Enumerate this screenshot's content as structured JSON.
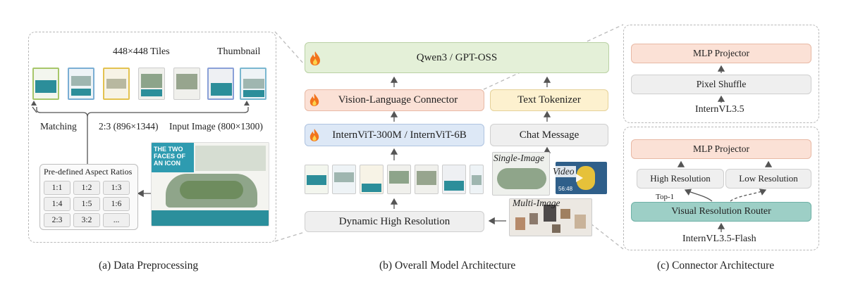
{
  "panel_a": {
    "tiles_label": "448×448 Tiles",
    "thumbnail_label": "Thumbnail",
    "matching_label": "Matching",
    "ratio_label": "2:3 (896×1344)",
    "input_image_label": "Input Image (800×1300)",
    "aspect_box_title": "Pre-defined Aspect Ratios",
    "aspect_ratios": [
      "1:1",
      "1:2",
      "1:3",
      "1:4",
      "1:5",
      "1:6",
      "2:3",
      "3:2",
      "..."
    ],
    "caption": "(a) Data Preprocessing",
    "poster_title_line1": "THE TWO",
    "poster_title_line2": "FACES OF",
    "poster_title_line3": "AN ICON"
  },
  "panel_b": {
    "llm_label": "Qwen3 / GPT-OSS",
    "connector_label": "Vision-Language Connector",
    "tokenizer_label": "Text Tokenizer",
    "vit_label": "InternViT-300M / InternViT-6B",
    "chat_label": "Chat Message",
    "dynamic_label": "Dynamic High Resolution",
    "single_image_label": "Single-Image",
    "video_label": "Video",
    "video_time": "56:48",
    "multi_image_label": "Multi-Image",
    "caption": "(b) Overall Model Architecture"
  },
  "panel_c": {
    "top_projector_label": "MLP Projector",
    "pixel_shuffle_label": "Pixel Shuffle",
    "top_model_label": "InternVL3.5",
    "bottom_projector_label": "MLP Projector",
    "high_res_label": "High Resolution",
    "low_res_label": "Low Resolution",
    "top1_label": "Top-1",
    "router_label": "Visual Resolution Router",
    "bottom_model_label": "InternVL3.5-Flash",
    "caption": "(c) Connector Architecture"
  },
  "colors": {
    "llm": "#e4f0d8",
    "connector": "#fbe1d6",
    "tokenizer": "#fdf1cf",
    "vit": "#dde8f6",
    "router": "#9dcfc6",
    "neutral": "#efefef",
    "flame": "#f2741d"
  },
  "icons": [
    "fire-icon",
    "play-icon"
  ]
}
